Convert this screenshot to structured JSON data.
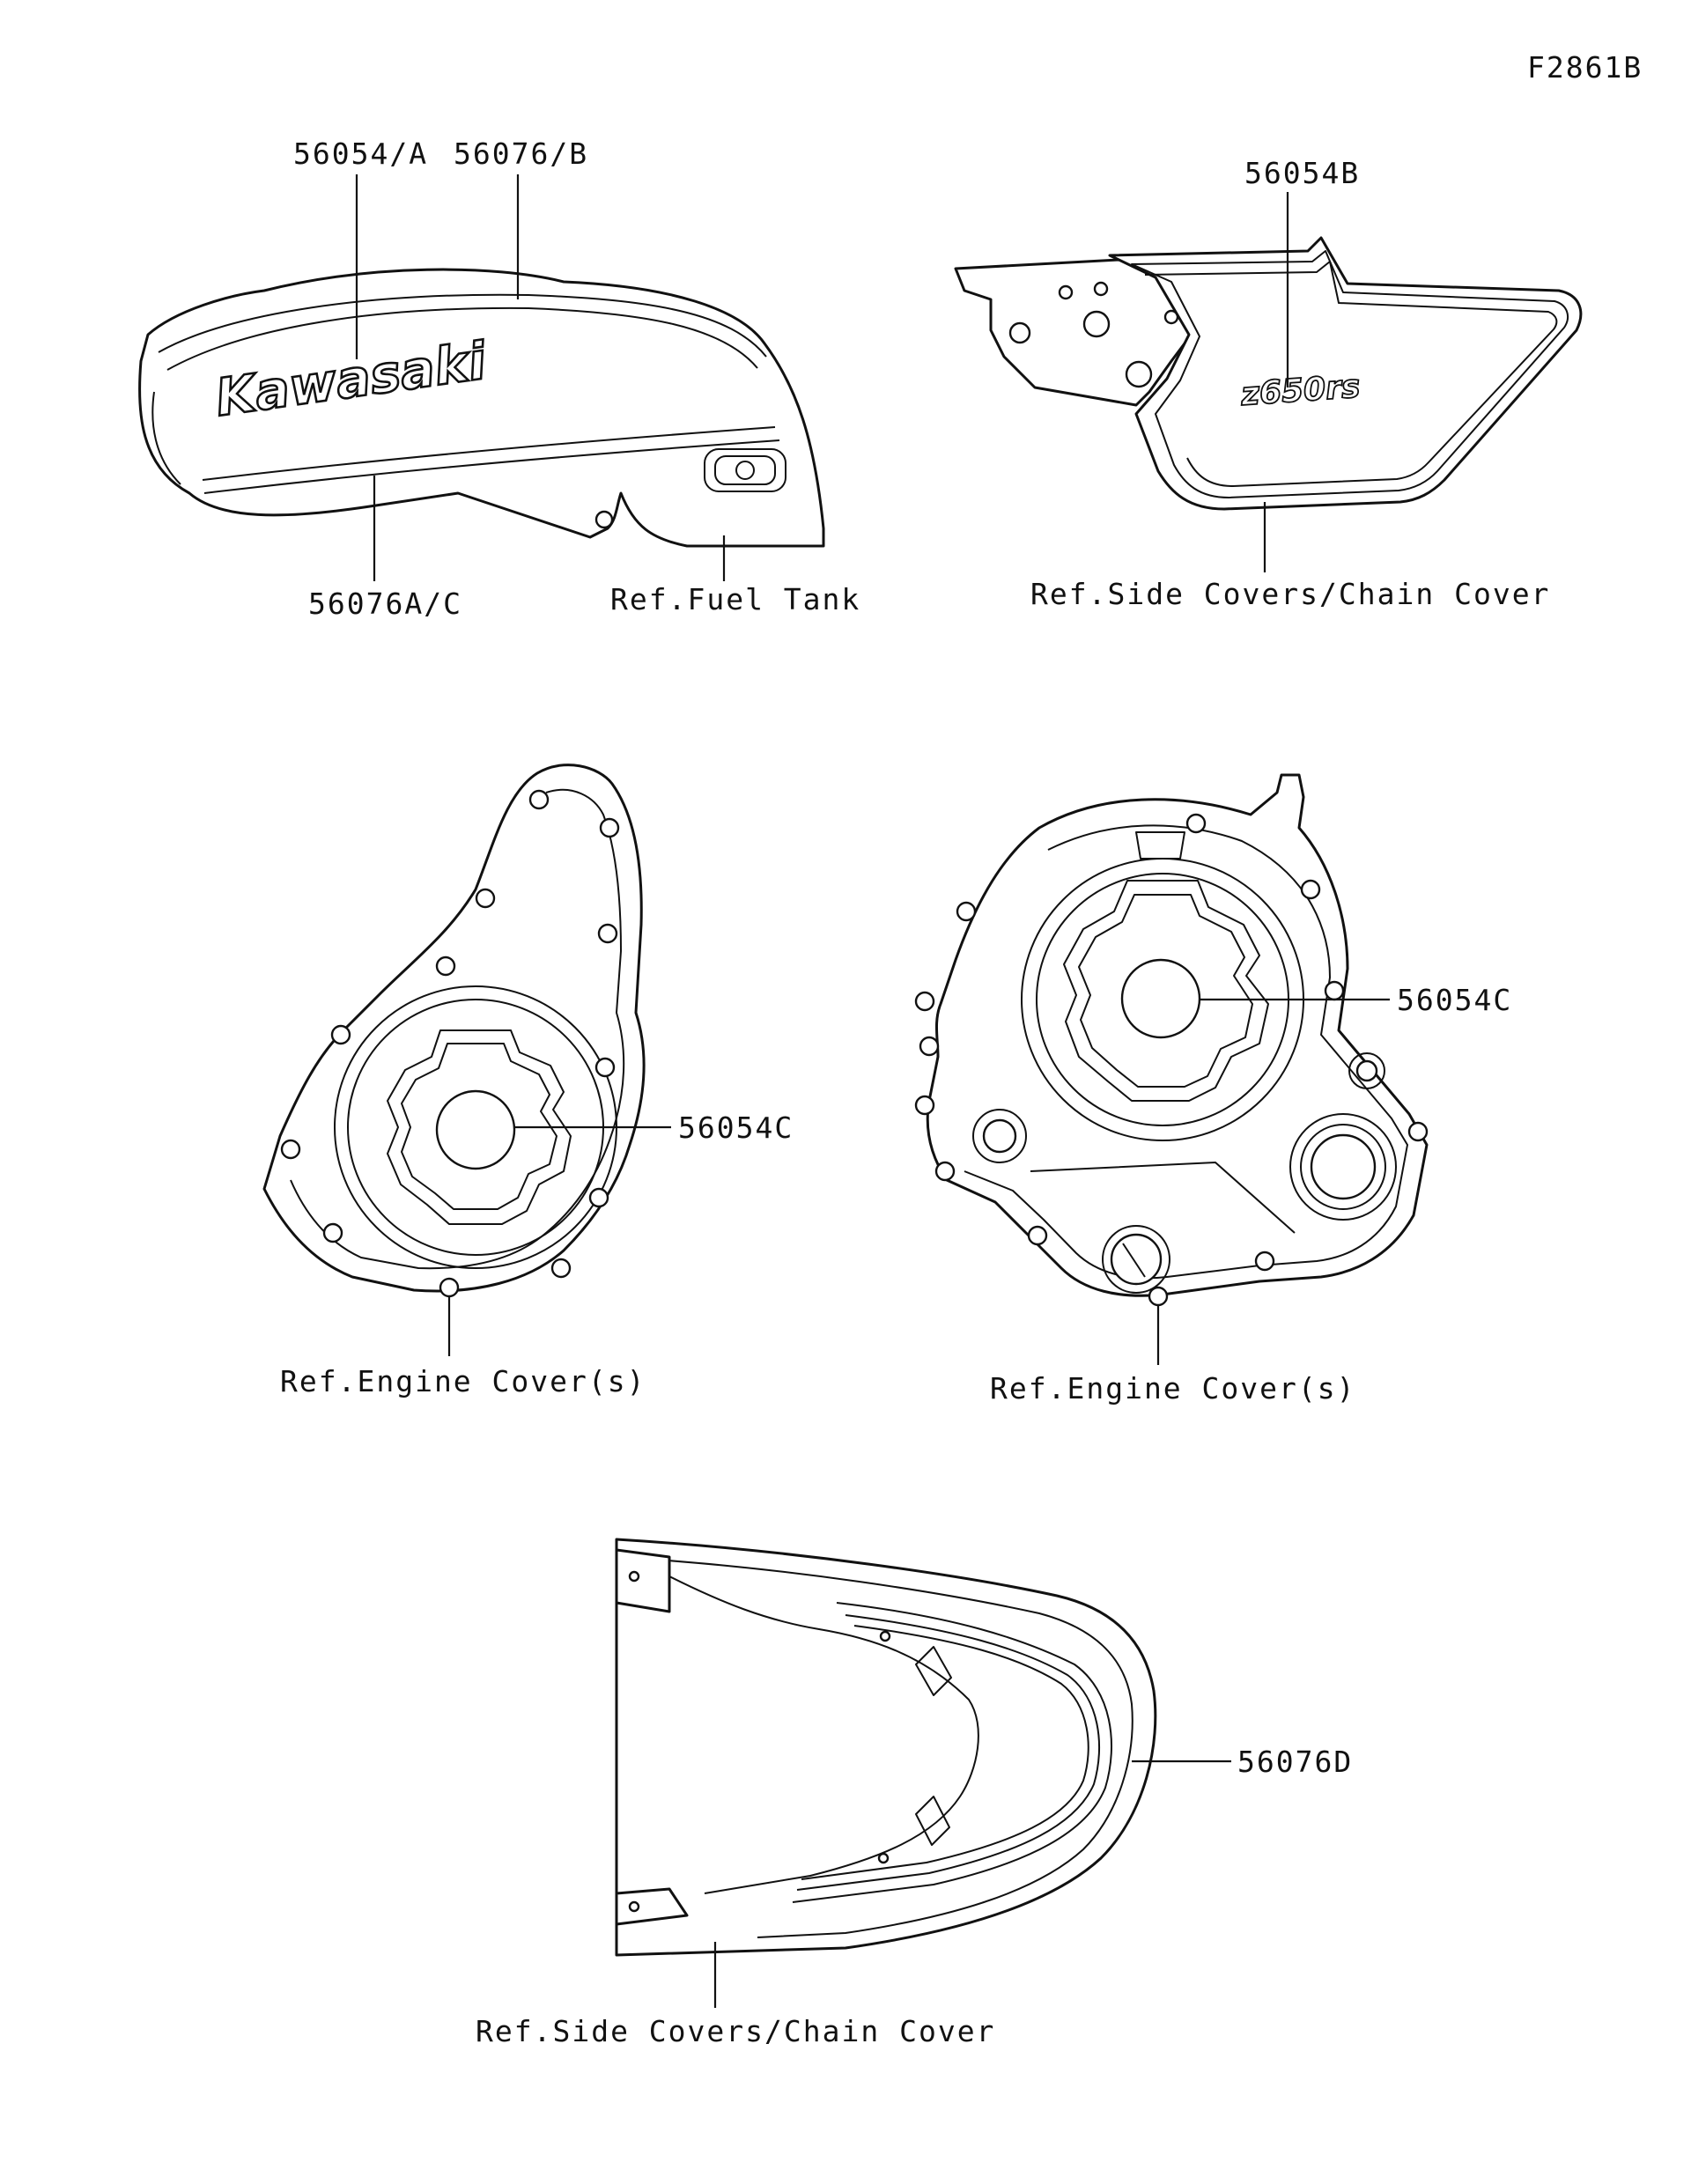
{
  "figure_code": "F2861B",
  "tank": {
    "label_56054A": "56054/A",
    "label_56076B": "56076/B",
    "label_56076AC": "56076A/C",
    "ref": "Ref.Fuel Tank",
    "logo": "Kawasaki"
  },
  "side_cover": {
    "label": "56054B",
    "ref": "Ref.Side Covers/Chain Cover",
    "emblem": "z650rs"
  },
  "engine_left": {
    "label": "56054C",
    "ref": "Ref.Engine Cover(s)"
  },
  "engine_right": {
    "label": "56054C",
    "ref": "Ref.Engine Cover(s)"
  },
  "tail": {
    "label": "56076D",
    "ref": "Ref.Side Covers/Chain Cover"
  }
}
